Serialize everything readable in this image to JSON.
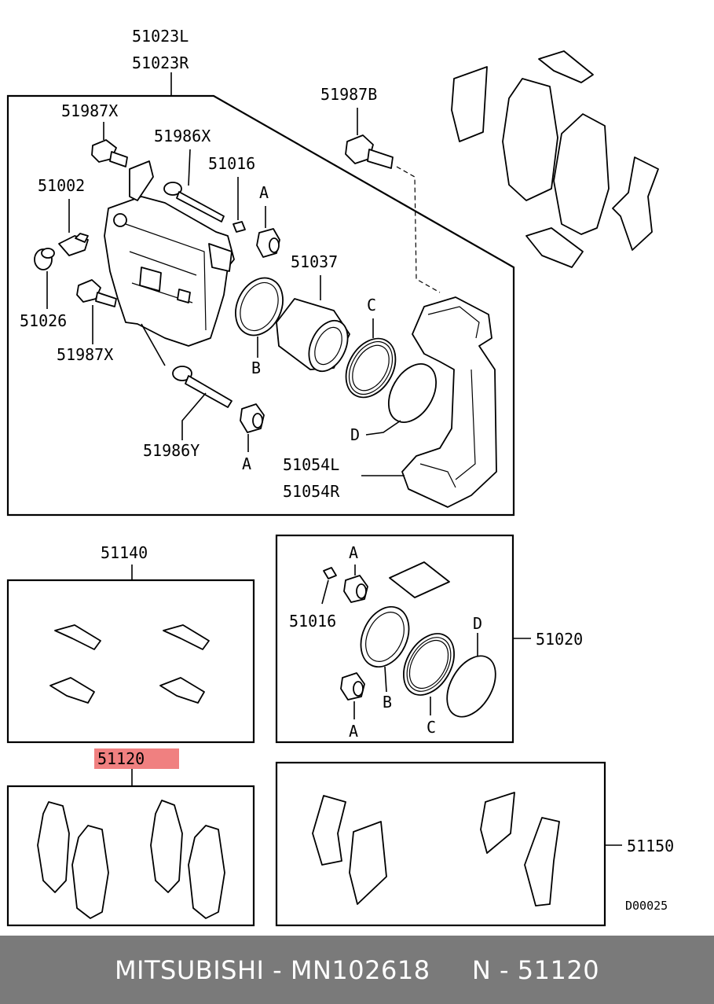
{
  "labels": {
    "p51023L": "51023L",
    "p51023R": "51023R",
    "p51987X_top": "51987X",
    "p51986X": "51986X",
    "p51016_top": "51016",
    "p51002": "51002",
    "p51026": "51026",
    "p51987X_bottom": "51987X",
    "p51986Y": "51986Y",
    "p51037": "51037",
    "p51987B": "51987B",
    "p51054L": "51054L",
    "p51054R": "51054R",
    "callout_A_top": "A",
    "callout_A_bottom": "A",
    "callout_B": "B",
    "callout_C": "C",
    "callout_D": "D",
    "p51140": "51140",
    "p51020": "51020",
    "p51016_kit": "51016",
    "kit_A_top": "A",
    "kit_A_bottom": "A",
    "kit_B": "B",
    "kit_C": "C",
    "kit_D": "D",
    "p51120": "51120",
    "p51150": "51150",
    "diagram_code": "D00025"
  },
  "highlight_color": "#f08080",
  "footer": {
    "brand_part": "MITSUBISHI - MN102618",
    "ref": "N - 51120"
  }
}
